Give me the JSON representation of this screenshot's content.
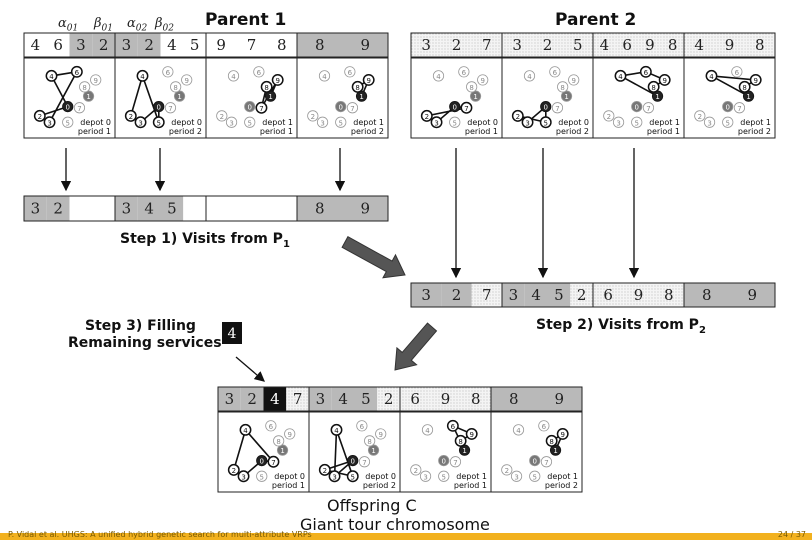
{
  "titles": {
    "parent1": "Parent 1",
    "parent2": "Parent 2",
    "offspring": "Offspring C",
    "giant_tour": "Giant tour chromosome"
  },
  "greek": {
    "a01": "α",
    "s01": "01",
    "b01": "β",
    "a02": "α",
    "s02": "02",
    "b02": "β"
  },
  "steps": {
    "step1_main": "Step 1) Visits from P",
    "step1_sub": "1",
    "step2_main": "Step 2) Visits from P",
    "step2_sub": "2",
    "step3_line1": "Step 3) Filling",
    "step3_line2": "Remaining services",
    "step3_value": "4"
  },
  "panel_labels": {
    "d0p1": [
      "depot 0",
      "period 1"
    ],
    "d0p2": [
      "depot 0",
      "period 2"
    ],
    "d1p1": [
      "depot 1",
      "period 1"
    ],
    "d1p2": [
      "depot 1",
      "period 2"
    ]
  },
  "node_labels": [
    "0",
    "1",
    "2",
    "3",
    "4",
    "5",
    "6",
    "7",
    "8",
    "9"
  ],
  "parent1": {
    "segments": [
      {
        "cells": [
          {
            "v": "4",
            "f": "w"
          },
          {
            "v": "6",
            "f": "w"
          },
          {
            "v": "3",
            "f": "g"
          },
          {
            "v": "2",
            "f": "g"
          }
        ]
      },
      {
        "cells": [
          {
            "v": "3",
            "f": "g"
          },
          {
            "v": "2",
            "f": "g"
          },
          {
            "v": "4",
            "f": "w"
          },
          {
            "v": "5",
            "f": "w"
          }
        ]
      },
      {
        "cells": [
          {
            "v": "9",
            "f": "w"
          },
          {
            "v": "7",
            "f": "w"
          },
          {
            "v": "8",
            "f": "w"
          }
        ]
      },
      {
        "cells": [
          {
            "v": "8",
            "f": "g"
          },
          {
            "v": "9",
            "f": "g"
          }
        ]
      }
    ]
  },
  "parent2": {
    "segments": [
      {
        "cells": [
          {
            "v": "3",
            "f": "d"
          },
          {
            "v": "2",
            "f": "d"
          },
          {
            "v": "7",
            "f": "d"
          }
        ]
      },
      {
        "cells": [
          {
            "v": "3",
            "f": "d"
          },
          {
            "v": "2",
            "f": "d"
          },
          {
            "v": "5",
            "f": "d"
          }
        ]
      },
      {
        "cells": [
          {
            "v": "4",
            "f": "d"
          },
          {
            "v": "6",
            "f": "d"
          },
          {
            "v": "9",
            "f": "d"
          },
          {
            "v": "8",
            "f": "d"
          }
        ]
      },
      {
        "cells": [
          {
            "v": "4",
            "f": "d"
          },
          {
            "v": "9",
            "f": "d"
          },
          {
            "v": "8",
            "f": "d"
          }
        ]
      }
    ]
  },
  "step1_chromosome": {
    "segments": [
      {
        "cells": [
          {
            "v": "3",
            "f": "g"
          },
          {
            "v": "2",
            "f": "g"
          },
          {
            "v": "",
            "f": "w"
          },
          {
            "v": "",
            "f": "w"
          }
        ]
      },
      {
        "cells": [
          {
            "v": "3",
            "f": "g"
          },
          {
            "v": "4",
            "f": "g"
          },
          {
            "v": "5",
            "f": "g"
          },
          {
            "v": "",
            "f": "w"
          }
        ]
      },
      {
        "cells": [
          {
            "v": "",
            "f": "w"
          },
          {
            "v": "",
            "f": "w"
          },
          {
            "v": "",
            "f": "w"
          }
        ]
      },
      {
        "cells": [
          {
            "v": "8",
            "f": "g"
          },
          {
            "v": "9",
            "f": "g"
          }
        ]
      }
    ]
  },
  "step2_chromosome": {
    "segments": [
      {
        "cells": [
          {
            "v": "3",
            "f": "g"
          },
          {
            "v": "2",
            "f": "g"
          },
          {
            "v": "7",
            "f": "d"
          }
        ]
      },
      {
        "cells": [
          {
            "v": "3",
            "f": "g"
          },
          {
            "v": "4",
            "f": "g"
          },
          {
            "v": "5",
            "f": "g"
          },
          {
            "v": "2",
            "f": "d"
          }
        ]
      },
      {
        "cells": [
          {
            "v": "6",
            "f": "d"
          },
          {
            "v": "9",
            "f": "d"
          },
          {
            "v": "8",
            "f": "d"
          }
        ]
      },
      {
        "cells": [
          {
            "v": "8",
            "f": "g"
          },
          {
            "v": "9",
            "f": "g"
          }
        ]
      }
    ]
  },
  "offspring_chromosome": {
    "segments": [
      {
        "cells": [
          {
            "v": "3",
            "f": "g"
          },
          {
            "v": "2",
            "f": "g"
          },
          {
            "v": "4",
            "f": "k"
          },
          {
            "v": "7",
            "f": "d"
          }
        ]
      },
      {
        "cells": [
          {
            "v": "3",
            "f": "g"
          },
          {
            "v": "4",
            "f": "g"
          },
          {
            "v": "5",
            "f": "g"
          },
          {
            "v": "2",
            "f": "d"
          }
        ]
      },
      {
        "cells": [
          {
            "v": "6",
            "f": "d"
          },
          {
            "v": "9",
            "f": "d"
          },
          {
            "v": "8",
            "f": "d"
          }
        ]
      },
      {
        "cells": [
          {
            "v": "8",
            "f": "g"
          },
          {
            "v": "9",
            "f": "g"
          }
        ]
      }
    ]
  },
  "footer": {
    "left": "P. Vidal et al.  UHGS: A unified hybrid genetic search for multi-attribute VRPs",
    "right": "24 / 37"
  },
  "colors": {
    "gray": "#b9b9b9",
    "dotted": "#eeeeee",
    "black": "#111111",
    "arrow_fill": "#555555",
    "footer": "#f2b11e"
  }
}
